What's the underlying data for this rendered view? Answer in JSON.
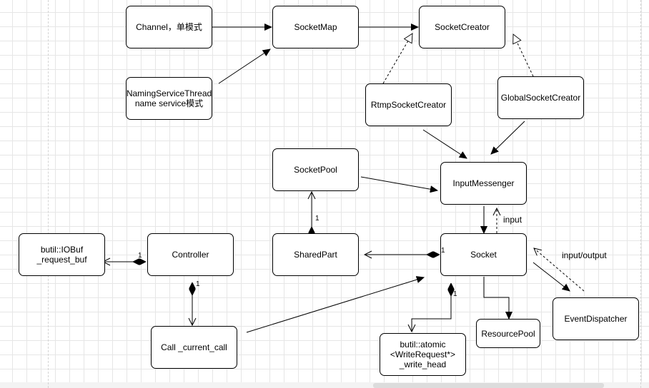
{
  "nodes": {
    "channel": "Channel，单模式",
    "socketmap": "SocketMap",
    "socketcreator": "SocketCreator",
    "naming": "NamingServiceThread\nname service模式",
    "rtmp": "RtmpSocketCreator",
    "global": "GlobalSocketCreator",
    "socketpool": "SocketPool",
    "inputmessenger": "InputMessenger",
    "iobuf": "butil::IOBuf\n_request_buf",
    "controller": "Controller",
    "sharedpart": "SharedPart",
    "socket": "Socket",
    "call": "Call _current_call",
    "atomic": "butil::atomic\n<WriteRequest*>\n_write_head",
    "resourcepool": "ResourcePool",
    "eventdispatcher": "EventDispatcher"
  },
  "labels": {
    "input": "input",
    "input_output": "input/output"
  },
  "multiplicity": {
    "sharedpart_to_socketpool": "1",
    "controller_to_iobuf": "1",
    "socket_to_sharedpart": "1",
    "controller_to_call": "1",
    "socket_to_atomic": "1"
  },
  "colors": {
    "stroke": "#000000",
    "grid": "#e6e6e6",
    "background": "#ffffff"
  }
}
